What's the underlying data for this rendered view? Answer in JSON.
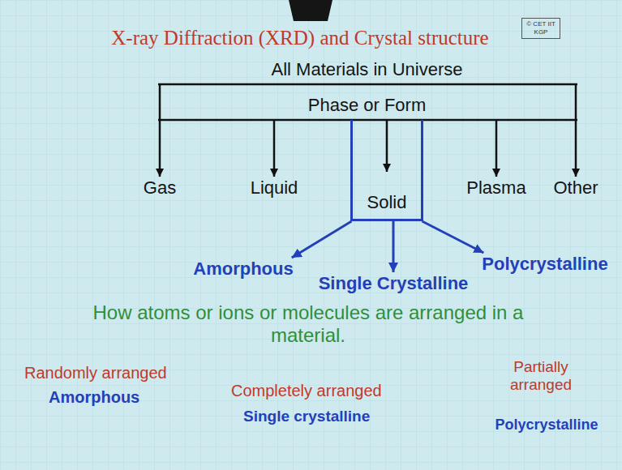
{
  "diagram": {
    "title": "X-ray Diffraction (XRD) and Crystal structure",
    "nodes": [
      {
        "text": [
          "All Materials in Universe",
          "Phase or Form"
        ]
      },
      {
        "text": [
          "Gas"
        ]
      },
      {
        "text": [
          "Liquid"
        ]
      },
      {
        "text": [
          "Solid"
        ]
      },
      {
        "text": [
          "Plasma"
        ]
      },
      {
        "text": [
          "Other"
        ]
      },
      {
        "text": [
          "Amorphous"
        ]
      },
      {
        "text": [
          "Single Crystalline"
        ]
      },
      {
        "text": [
          "Polycrystalline"
        ]
      }
    ],
    "edges": [
      {
        "from": 0,
        "to": 1,
        "arrow": "to"
      },
      {
        "from": 0,
        "to": 2,
        "arrow": "to"
      },
      {
        "from": 0,
        "to": 3,
        "arrow": "to"
      },
      {
        "from": 0,
        "to": 4,
        "arrow": "to"
      },
      {
        "from": 0,
        "to": 5,
        "arrow": "to"
      },
      {
        "from": 3,
        "to": 6,
        "arrow": "to"
      },
      {
        "from": 3,
        "to": 7,
        "arrow": "to"
      },
      {
        "from": 3,
        "to": 8,
        "arrow": "to"
      }
    ],
    "labels": [
      "© CET IIT KGP",
      "How atoms or ions or molecules are arranged in a material.",
      "Randomly arranged",
      "Amorphous",
      "Completely arranged",
      "Single crystalline",
      "Partially arranged",
      "Polycrystalline"
    ]
  }
}
